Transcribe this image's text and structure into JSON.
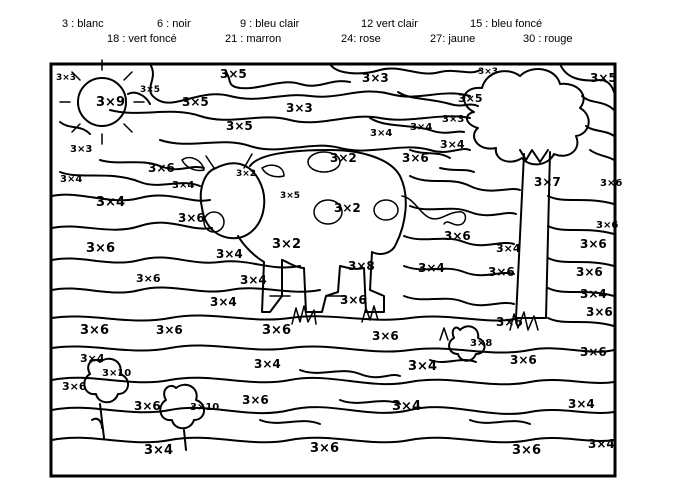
{
  "legend": [
    {
      "code": "3 : blanc"
    },
    {
      "code": "6 : noir"
    },
    {
      "code": "9  : bleu clair"
    },
    {
      "code": "12 vert clair"
    },
    {
      "code": "15 : bleu foncé"
    },
    {
      "code": "18 : vert foncé"
    },
    {
      "code": "21 : marron"
    },
    {
      "code": "24:  rose"
    },
    {
      "code": "27: jaune"
    },
    {
      "code": "30 : rouge"
    }
  ],
  "regions": [
    "3×3",
    "3×5",
    "3×3",
    "3×5",
    "3×9",
    "3×5",
    "3×3",
    "3×5",
    "3×3",
    "3×5",
    "3×3",
    "3×5",
    "3×4",
    "3×3",
    "3×6",
    "3×2",
    "3×6",
    "3×4",
    "3×4",
    "3×4",
    "3×2",
    "3×4",
    "3×7",
    "3×6",
    "3×5",
    "3×6",
    "3×2",
    "3×4",
    "3×6",
    "3×4",
    "3×6",
    "3×2",
    "3×6",
    "3×4",
    "3×6",
    "3×6",
    "3×4",
    "3×6",
    "3×8",
    "3×4",
    "3×6",
    "3×4",
    "3×6",
    "3×6",
    "3×6",
    "3×6",
    "3×6",
    "3×4",
    "3×6",
    "3×4",
    "3×8",
    "3×6",
    "3×6",
    "3×4",
    "3×10",
    "3×4",
    "3×6",
    "3×4",
    "3×6",
    "3×6",
    "3×10",
    "3×6",
    "3×4",
    "3×6",
    "3×4",
    "3×6",
    "3×4"
  ]
}
